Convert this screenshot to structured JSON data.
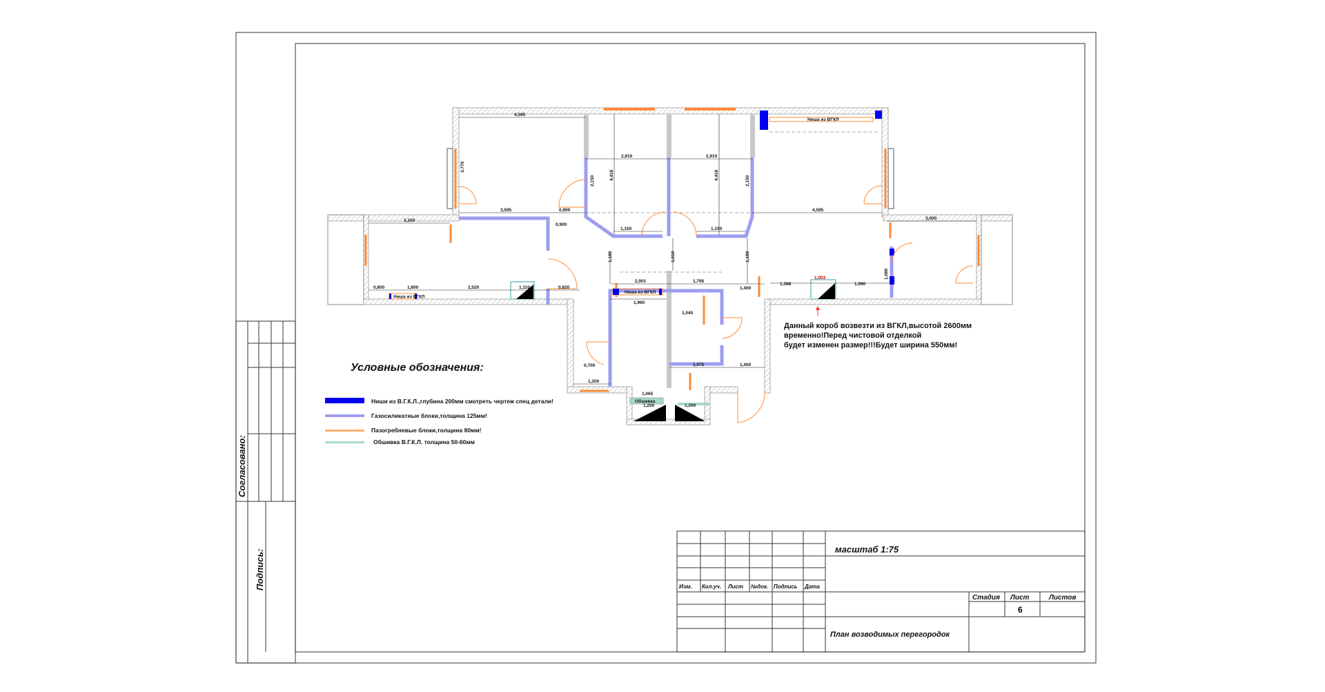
{
  "stamp": {
    "agreed_label": "Согласовано:",
    "signature_label": "Подпись:"
  },
  "legend": {
    "title": "Условные обозначения:",
    "items": [
      {
        "label": "Ниши из В.Г.К.Л.,глубина 200мм смотреть чертеж спец детали!",
        "color": "#0000ee"
      },
      {
        "label": "Газосиликатные блоки,толщина 125мм!",
        "color": "#a0a0f0"
      },
      {
        "label": "Пазогребневые блоки,толщина 80мм!",
        "color": "#ffb070"
      },
      {
        "label": "Обшивка В.Г.К.Л. толщина 50-60мм",
        "color": "#a8d8cc"
      }
    ]
  },
  "note": {
    "lines": [
      "Данный короб возвезти из ВГКЛ,высотой 2600мм",
      "временно!Перед чистовой отделкой",
      "будет изменен размер!!!Будет ширина 550мм!"
    ]
  },
  "plan": {
    "niche_label": "Ниша из ВГКЛ",
    "casing_label": "Обшивка",
    "dims": [
      "4,595",
      "2,910",
      "2,910",
      "4,595",
      "3,595",
      "3,100",
      "3,000",
      "1,150",
      "1,150",
      "4,416",
      "4,416",
      "3,770",
      "2,150",
      "2,150",
      "1,800",
      "2,520",
      "1,110",
      "0,800",
      "0,820",
      "2,001",
      "1,795",
      "1,400",
      "1,960",
      "1,388",
      "1,990",
      "1,003",
      "1,400",
      "1,075",
      "1,200",
      "0,700",
      "1,065",
      "1,200",
      "1,200",
      "1,040",
      "1,180",
      "1,010",
      "1,180",
      "1,080",
      "0,900",
      "0,900"
    ]
  },
  "title_block": {
    "scale": "масштаб   1:75",
    "headers": [
      "Изм.",
      "Кол.уч.",
      "Лист",
      "№док.",
      "Подпись",
      "Дата"
    ],
    "stage_label": "Стадия",
    "sheet_label": "Лист",
    "sheets_label": "Листов",
    "sheet_number": "6",
    "drawing_title": "План возводимых перегородок"
  }
}
